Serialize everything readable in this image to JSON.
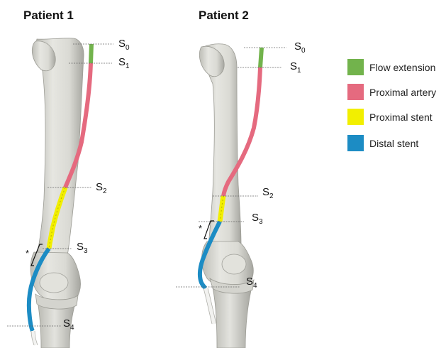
{
  "panels": [
    {
      "title": "Patient 1",
      "sections": [
        {
          "base": "S",
          "sub": "0"
        },
        {
          "base": "S",
          "sub": "1"
        },
        {
          "base": "S",
          "sub": "2"
        },
        {
          "base": "S",
          "sub": "3"
        },
        {
          "base": "S",
          "sub": "4"
        }
      ],
      "asterisk": "*"
    },
    {
      "title": "Patient 2",
      "sections": [
        {
          "base": "S",
          "sub": "0"
        },
        {
          "base": "S",
          "sub": "1"
        },
        {
          "base": "S",
          "sub": "2"
        },
        {
          "base": "S",
          "sub": "3"
        },
        {
          "base": "S",
          "sub": "4"
        }
      ],
      "asterisk": "*"
    }
  ],
  "legend": [
    {
      "label": "Flow extension",
      "color": "#72b34c"
    },
    {
      "label": "Proximal artery",
      "color": "#e56a7f"
    },
    {
      "label": "Proximal stent",
      "color": "#f2ef00"
    },
    {
      "label": "Distal stent",
      "color": "#1c8cc4"
    }
  ],
  "colors": {
    "bone": "#dcdcd6",
    "bone_shadow": "#a9a9a2",
    "graft_remnant": "#f4f4f2",
    "section_line": "#666666"
  }
}
